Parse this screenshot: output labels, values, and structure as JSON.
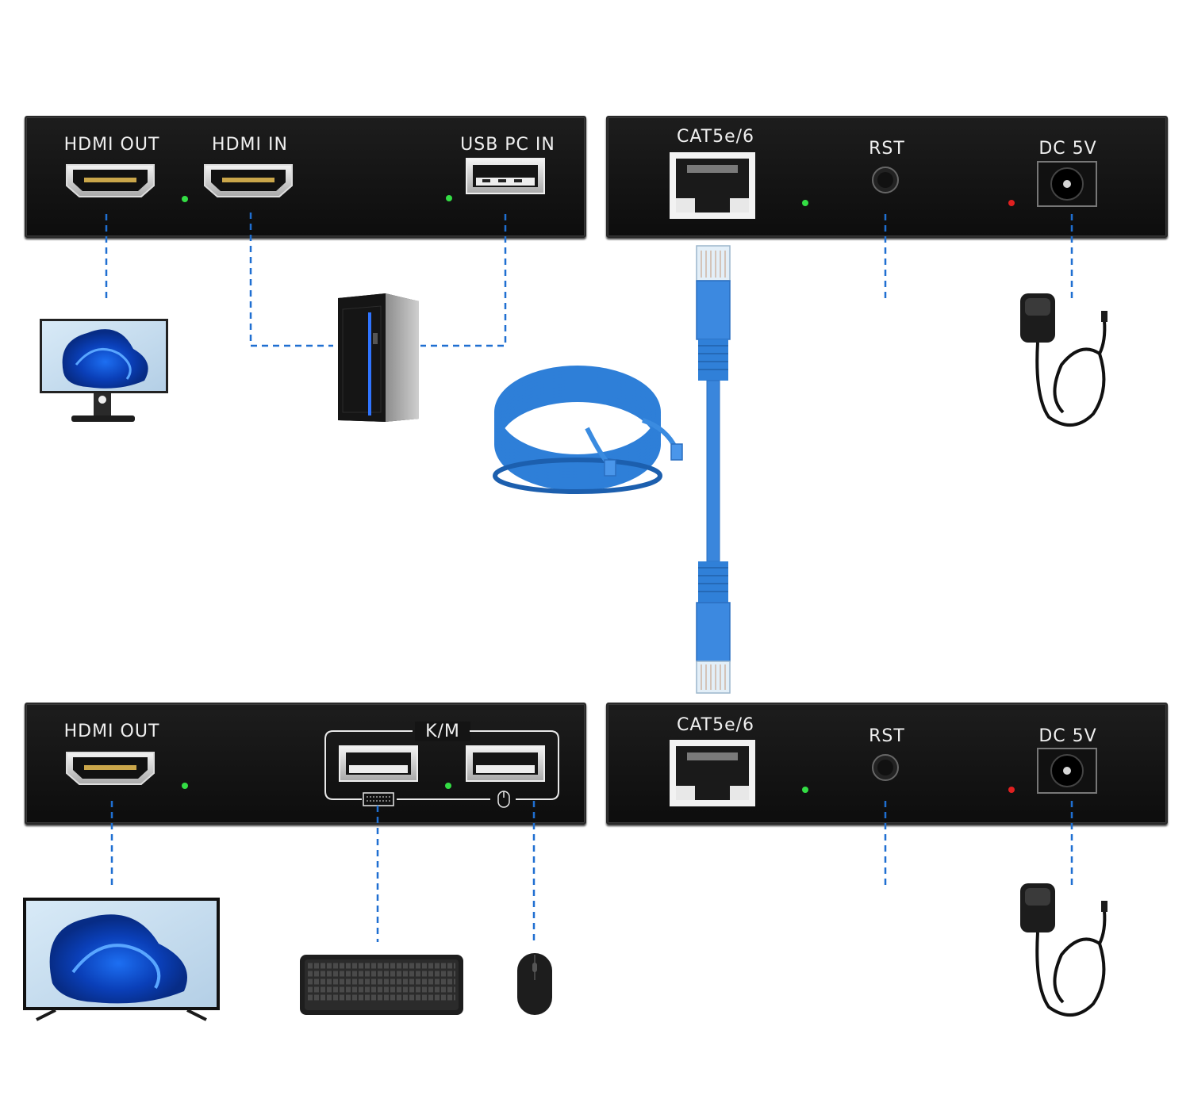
{
  "colors": {
    "panel": "#151515",
    "dash": "#1f6fd1",
    "cable": "#2e7fd8",
    "led_green": "#33dd44",
    "led_red": "#e02020"
  },
  "transmitter_front": {
    "labels": [
      "HDMI OUT",
      "HDMI IN",
      "USB PC IN"
    ]
  },
  "transmitter_back": {
    "labels": [
      "CAT5e/6",
      "RST",
      "DC 5V"
    ]
  },
  "receiver_front": {
    "labels": [
      "HDMI OUT",
      "K/M"
    ]
  },
  "receiver_back": {
    "labels": [
      "CAT5e/6",
      "RST",
      "DC 5V"
    ]
  },
  "devices": [
    "monitor-icon",
    "desktop-pc-icon",
    "network-cable-coil-icon",
    "power-adapter-icon",
    "tv-icon",
    "keyboard-icon",
    "mouse-icon",
    "ethernet-cable-icon"
  ]
}
